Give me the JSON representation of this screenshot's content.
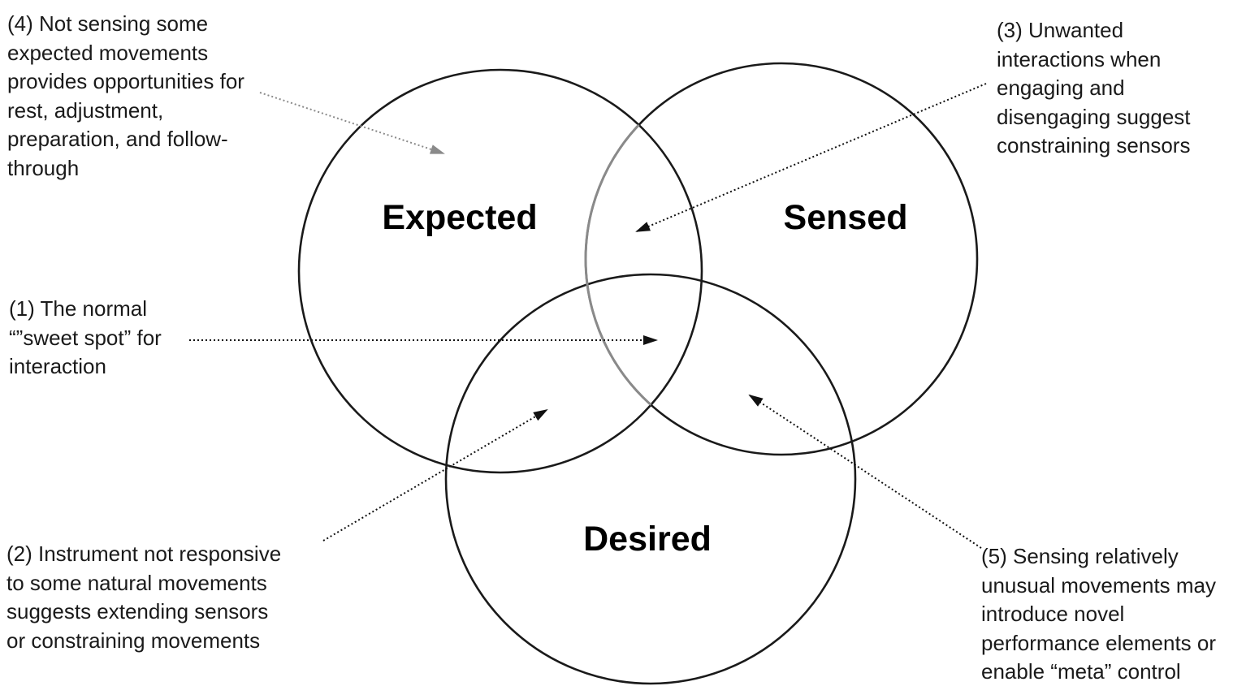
{
  "circles": [
    {
      "id": "expected",
      "label": "Expected"
    },
    {
      "id": "sensed",
      "label": "Sensed"
    },
    {
      "id": "desired",
      "label": "Desired"
    }
  ],
  "annotations": {
    "a4": [
      "(4) Not sensing some",
      "expected movements",
      "provides opportunities for",
      "rest, adjustment,",
      "preparation, and follow-",
      "through"
    ],
    "a3": [
      "(3) Unwanted",
      "interactions when",
      "engaging and",
      "disengaging suggest",
      "constraining sensors"
    ],
    "a1": [
      "(1) The normal",
      "“”sweet spot” for",
      "interaction"
    ],
    "a2": [
      "(2) Instrument not responsive",
      "to some natural movements",
      "suggests extending sensors",
      "or constraining movements"
    ],
    "a5": [
      "(5) Sensing relatively",
      "unusual movements may",
      "introduce novel",
      "performance elements or",
      "enable “meta” control"
    ]
  },
  "colors": {
    "circle_stroke": "#1a1a1a",
    "overlap_stroke": "#8a8a8a",
    "arrow": "#111111",
    "arrow_light": "#8a8a8a"
  }
}
